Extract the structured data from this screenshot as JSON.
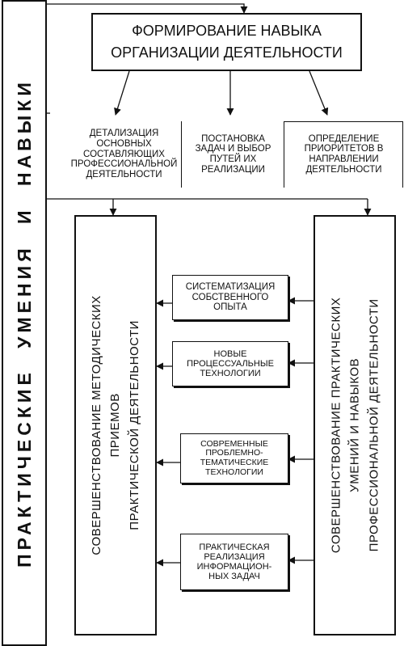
{
  "left_band": {
    "label": "ПРАКТИЧЕСКИЕ УМЕНИЯ И НАВЫКИ"
  },
  "top_box": {
    "line1": "ФОРМИРОВАНИЕ НАВЫКА",
    "line2": "ОРГАНИЗАЦИИ ДЕЯТЕЛЬНОСТИ"
  },
  "row_boxes": [
    "ДЕТАЛИЗАЦИЯ ОСНОВНЫХ СОСТАВЛЯЮЩИХ ПРОФЕССИОНАЛЬНОЙ ДЕЯТЕЛЬНОСТИ",
    "ПОСТАНОВКА ЗАДАЧ И ВЫБОР ПУТЕЙ ИХ РЕАЛИЗАЦИИ",
    "ОПРЕДЕЛЕНИЕ ПРИОРИТЕТОВ В НАПРАВЛЕНИИ ДЕЯТЕЛЬНОСТИ"
  ],
  "left_column": {
    "label": "СОВЕРШЕНСТВОВАНИЕ МЕТОДИЧЕСКИХ\nПРИЕМОВ\nПРАКТИЧЕСКОЙ ДЕЯТЕЛЬНОСТИ"
  },
  "right_column": {
    "label": "СОВЕРШЕНСТВОВАНИЕ ПРАКТИЧЕСКИХ\nУМЕНИЙ И НАВЫКОВ\nПРОФЕССИОНАЛЬНОЙ ДЕЯТЕЛЬНОСТИ"
  },
  "center_boxes": [
    "СИСТЕМАТИЗАЦИЯ СОБСТВЕННОГО ОПЫТА",
    "НОВЫЕ ПРОЦЕССУАЛЬНЫЕ ТЕХНОЛОГИИ",
    "СОВРЕМЕННЫЕ ПРОБЛЕМНО-ТЕМАТИЧЕСКИЕ ТЕХНОЛОГИИ",
    "ПРАКТИЧЕСКАЯ РЕАЛИЗАЦИЯ ИНФОРМАЦИОН-НЫХ ЗАДАЧ"
  ]
}
